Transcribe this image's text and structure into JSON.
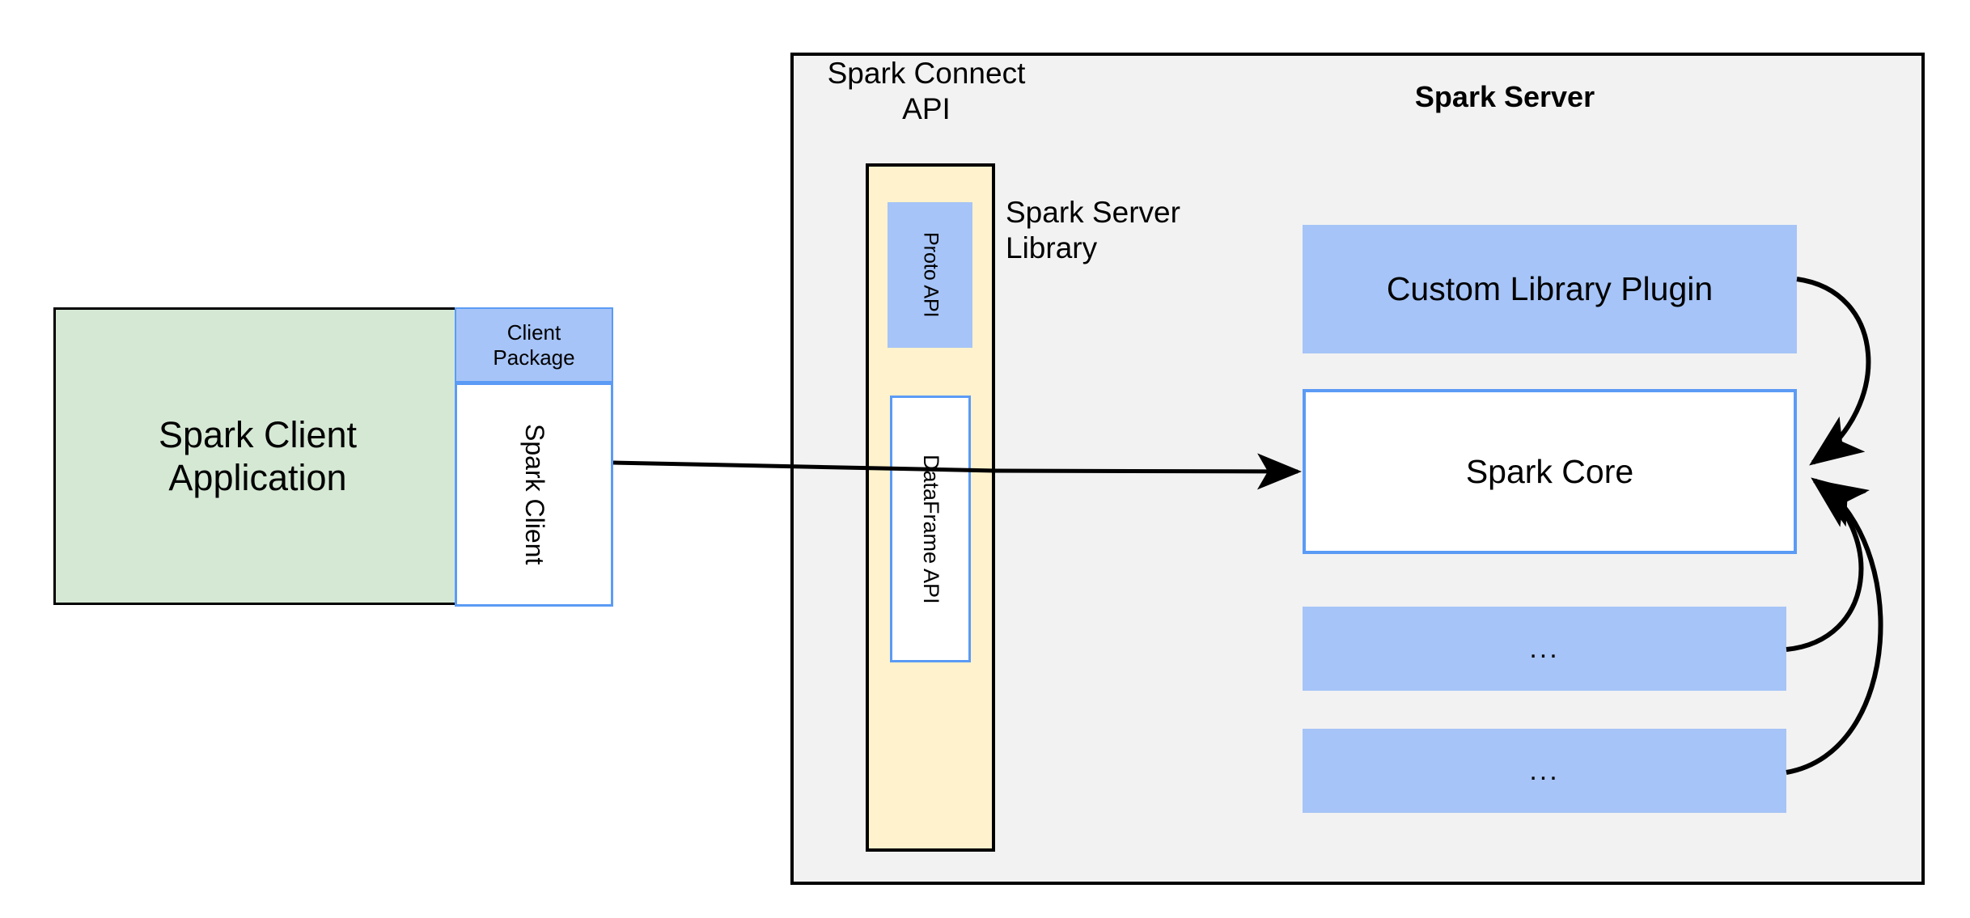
{
  "diagram": {
    "title": "Spark Connect architecture",
    "colors": {
      "client_app_fill": "#d5e8d4",
      "package_blue_fill": "#a6c4f7",
      "blue_stroke": "#5b9bf5",
      "server_container_fill": "#f2f2f2",
      "connect_column_fill": "#fff2cc",
      "black_stroke": "#000000",
      "white_fill": "#ffffff"
    }
  },
  "client": {
    "app_label": "Spark Client\nApplication",
    "package_label": "Client\nPackage",
    "spark_client_label": "Spark Client"
  },
  "server": {
    "title": "Spark Server",
    "connect_api_label": "Spark Connect\nAPI",
    "server_library_label": "Spark Server\nLibrary",
    "connect_column": {
      "proto_api_label": "Proto API",
      "dataframe_api_label": "DataFrame API"
    },
    "stack": [
      {
        "label": "Custom Library Plugin",
        "style": "blue-filled"
      },
      {
        "label": "Spark Core",
        "style": "white-blue-border"
      },
      {
        "label": "...",
        "style": "blue-filled"
      },
      {
        "label": "...",
        "style": "blue-filled"
      }
    ]
  },
  "connectors": [
    {
      "name": "spark-client-to-spark-core",
      "from": "Spark Client",
      "to": "Spark Core",
      "arrowhead": "to"
    },
    {
      "name": "custom-library-plugin-to-spark-core",
      "from": "Custom Library Plugin",
      "to": "Spark Core",
      "arrowhead": "to"
    },
    {
      "name": "ellipsis-1-to-spark-core",
      "from": "...",
      "to": "Spark Core",
      "arrowhead": "to"
    },
    {
      "name": "ellipsis-2-to-spark-core",
      "from": "...",
      "to": "Spark Core",
      "arrowhead": "to"
    }
  ]
}
